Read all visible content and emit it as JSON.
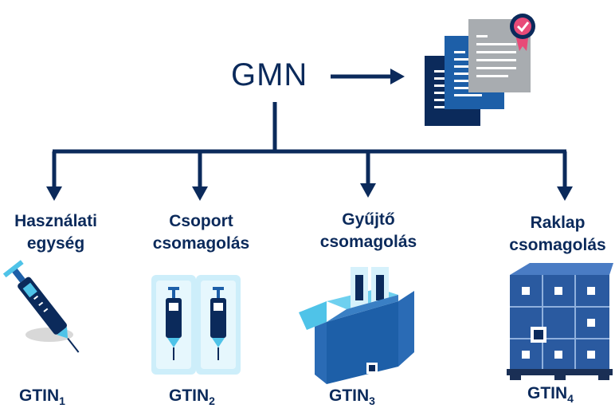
{
  "root": {
    "label": "GMN"
  },
  "levels": [
    {
      "label_line1": "Használati",
      "label_line2": "egység",
      "code": "GTIN",
      "subscript": "1"
    },
    {
      "label_line1": "Csoport",
      "label_line2": "csomagolás",
      "code": "GTIN",
      "subscript": "2"
    },
    {
      "label_line1": "Gyűjtő",
      "label_line2": "csomagolás",
      "code": "GTIN",
      "subscript": "3"
    },
    {
      "label_line1": "Raklap",
      "label_line2": "csomagolás",
      "code": "GTIN",
      "subscript": "4"
    }
  ],
  "icons": {
    "certificate": "certificate-documents-icon",
    "level1": "syringe-icon",
    "level2": "blister-pack-icon",
    "level3": "open-box-icon",
    "level4": "pallet-icon"
  },
  "colors": {
    "navy": "#0b2a5b",
    "blue": "#1d5fa8",
    "light_blue": "#4fc3e8",
    "gray": "#9aa0a6",
    "pink": "#e84a78"
  }
}
